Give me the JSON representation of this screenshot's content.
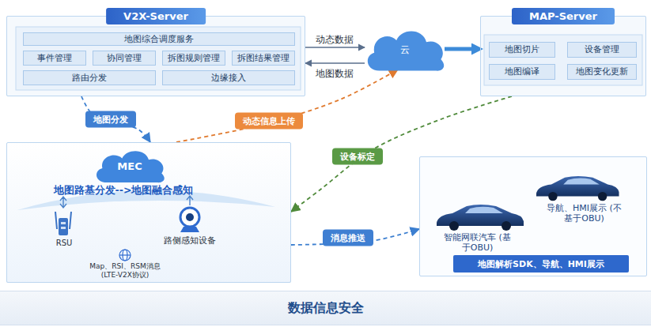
{
  "diagram": {
    "nodes": [
      {
        "text": [
          "V2X-Server"
        ]
      },
      {
        "text": [
          "地图综合调度服务"
        ],
        "in": 0
      },
      {
        "text": [
          "事件管理"
        ],
        "in": 0
      },
      {
        "text": [
          "协同管理"
        ],
        "in": 0
      },
      {
        "text": [
          "拆图规则管理"
        ],
        "in": 0
      },
      {
        "text": [
          "拆图结果管理"
        ],
        "in": 0
      },
      {
        "text": [
          "路由分发"
        ],
        "in": 0
      },
      {
        "text": [
          "边缘接入"
        ],
        "in": 0
      },
      {
        "text": [
          "云"
        ]
      },
      {
        "text": [
          "MAP-Server"
        ]
      },
      {
        "text": [
          "地图切片"
        ],
        "in": 9
      },
      {
        "text": [
          "设备管理"
        ],
        "in": 9
      },
      {
        "text": [
          "地图编译"
        ],
        "in": 9
      },
      {
        "text": [
          "地图变化更新"
        ],
        "in": 9
      },
      {
        "text": [
          "地图路基分发-->地图融合感知"
        ]
      },
      {
        "text": [
          "MEC"
        ],
        "in": 14
      },
      {
        "text": [
          "智能网联汽车 (基于OBU)",
          "导航、HMI展示 (不基于OBU)"
        ]
      },
      {
        "text": [
          "地图解析SDK、导航、HMI展示"
        ],
        "in": 16
      },
      {
        "text": [
          "数据信息安全"
        ]
      }
    ],
    "edges": [
      {
        "from": 0,
        "to": 8,
        "label": "动态数据",
        "arrow": "to"
      },
      {
        "from": 8,
        "to": 0,
        "label": "地图数据",
        "arrow": "to"
      },
      {
        "from": 8,
        "to": 9,
        "arrow": "to"
      },
      {
        "from": 0,
        "to": 14,
        "label": "地图分发",
        "arrow": "to"
      },
      {
        "from": 14,
        "to": 8,
        "label": "动态信息上传",
        "arrow": "to"
      },
      {
        "from": 9,
        "to": 14,
        "label": "设备标定",
        "arrow": "to"
      },
      {
        "from": 14,
        "to": 16,
        "label": "消息推送",
        "arrow": "to"
      }
    ],
    "labels": [
      "RSU",
      "路侧感知设备",
      "Map、RSI、RSM消息 (LTE-V2X协议)"
    ]
  }
}
